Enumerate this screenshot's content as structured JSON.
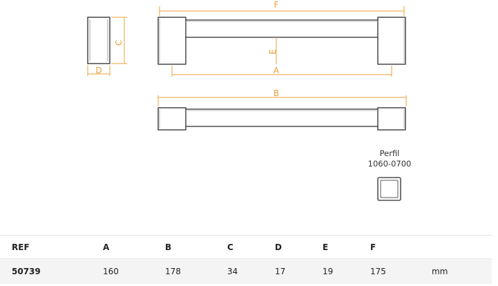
{
  "drawing": {
    "dimension_labels": {
      "a": "A",
      "b": "B",
      "c": "C",
      "d": "D",
      "e": "E",
      "f": "F"
    },
    "profile": {
      "title": "Perfil",
      "code": "1060-0700"
    },
    "colors": {
      "dimension_line": "#e8a23a",
      "outline": "#2b2b2b"
    }
  },
  "table": {
    "headers": [
      "REF",
      "A",
      "B",
      "C",
      "D",
      "E",
      "F",
      ""
    ],
    "rows": [
      [
        "50739",
        "160",
        "178",
        "34",
        "17",
        "19",
        "175",
        "mm"
      ]
    ]
  }
}
